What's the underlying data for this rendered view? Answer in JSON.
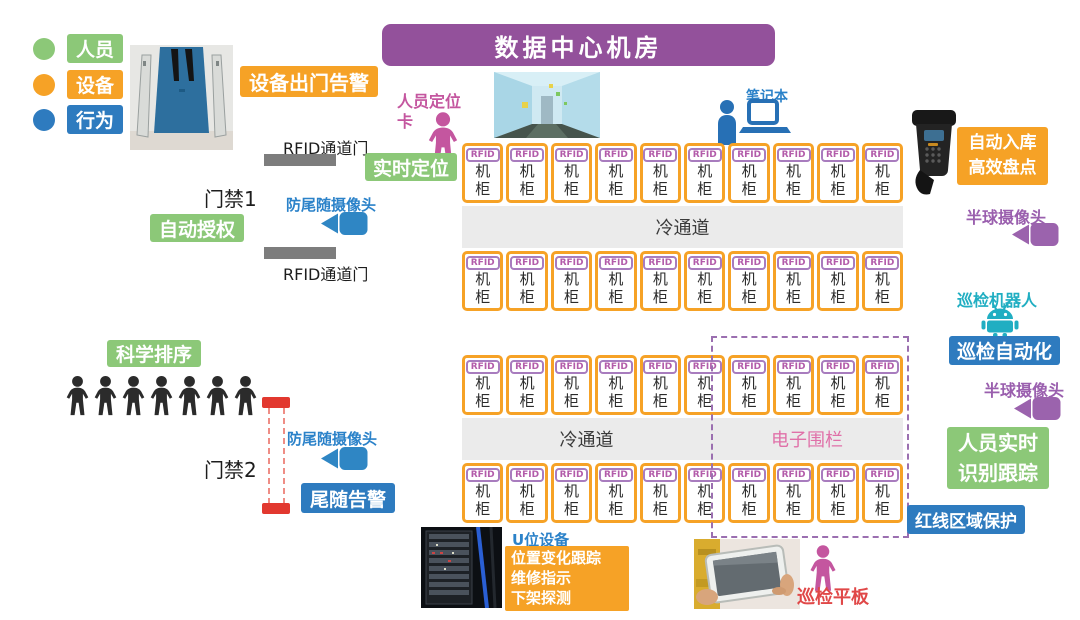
{
  "header": {
    "title": "数据中心机房"
  },
  "legend": {
    "items": [
      {
        "label": "人员",
        "color": "#8cc878"
      },
      {
        "label": "设备",
        "color": "#f6a226"
      },
      {
        "label": "行为",
        "color": "#2e7bbf"
      }
    ]
  },
  "entry_top": {
    "device_exit_alarm": "设备出门告警",
    "person_card": "人员定位卡",
    "rfid_gate_top": "RFID通道门",
    "rfid_gate_bottom": "RFID通道门",
    "door_label": "门禁1",
    "anti_tail_camera": "防尾随摄像头",
    "auto_auth": "自动授权",
    "realtime_loc": "实时定位"
  },
  "entry_bottom": {
    "scientific_order": "科学排序",
    "door_label": "门禁2",
    "anti_tail_camera": "防尾随摄像头",
    "tail_alarm": "尾随告警",
    "people_count": 7
  },
  "racks": {
    "rfid_tag": "RFID",
    "cabinet": "机柜",
    "per_row": 10,
    "blocks": [
      {
        "aisle": "冷通道"
      },
      {
        "aisle": "冷通道",
        "efence": "电子围栏"
      }
    ]
  },
  "right_col": {
    "laptop": "笔记本",
    "auto_inventory_lines": [
      "自动入库",
      "高效盘点"
    ],
    "dome_camera_top": "半球摄像头",
    "robot": "巡检机器人",
    "inspect_auto": "巡检自动化",
    "dome_camera_bottom": "半球摄像头",
    "person_track_lines": [
      "人员实时",
      "识别跟踪"
    ],
    "redline": "红线区域保护"
  },
  "bottom": {
    "u_device": "U位设备",
    "u_features": [
      "位置变化跟踪",
      "维修指示",
      "下架探测"
    ],
    "tablet": "巡检平板"
  },
  "colors": {
    "green": "#8cc878",
    "orange": "#f6a226",
    "blue": "#2e7bbf",
    "purple": "#93519b",
    "teal": "#20aec2",
    "magenta": "#c4569f",
    "red": "#e2382f",
    "pink_efence": "#e070a8",
    "rfid_border": "#a87cbe",
    "aisle_gray": "#ebebeb"
  }
}
